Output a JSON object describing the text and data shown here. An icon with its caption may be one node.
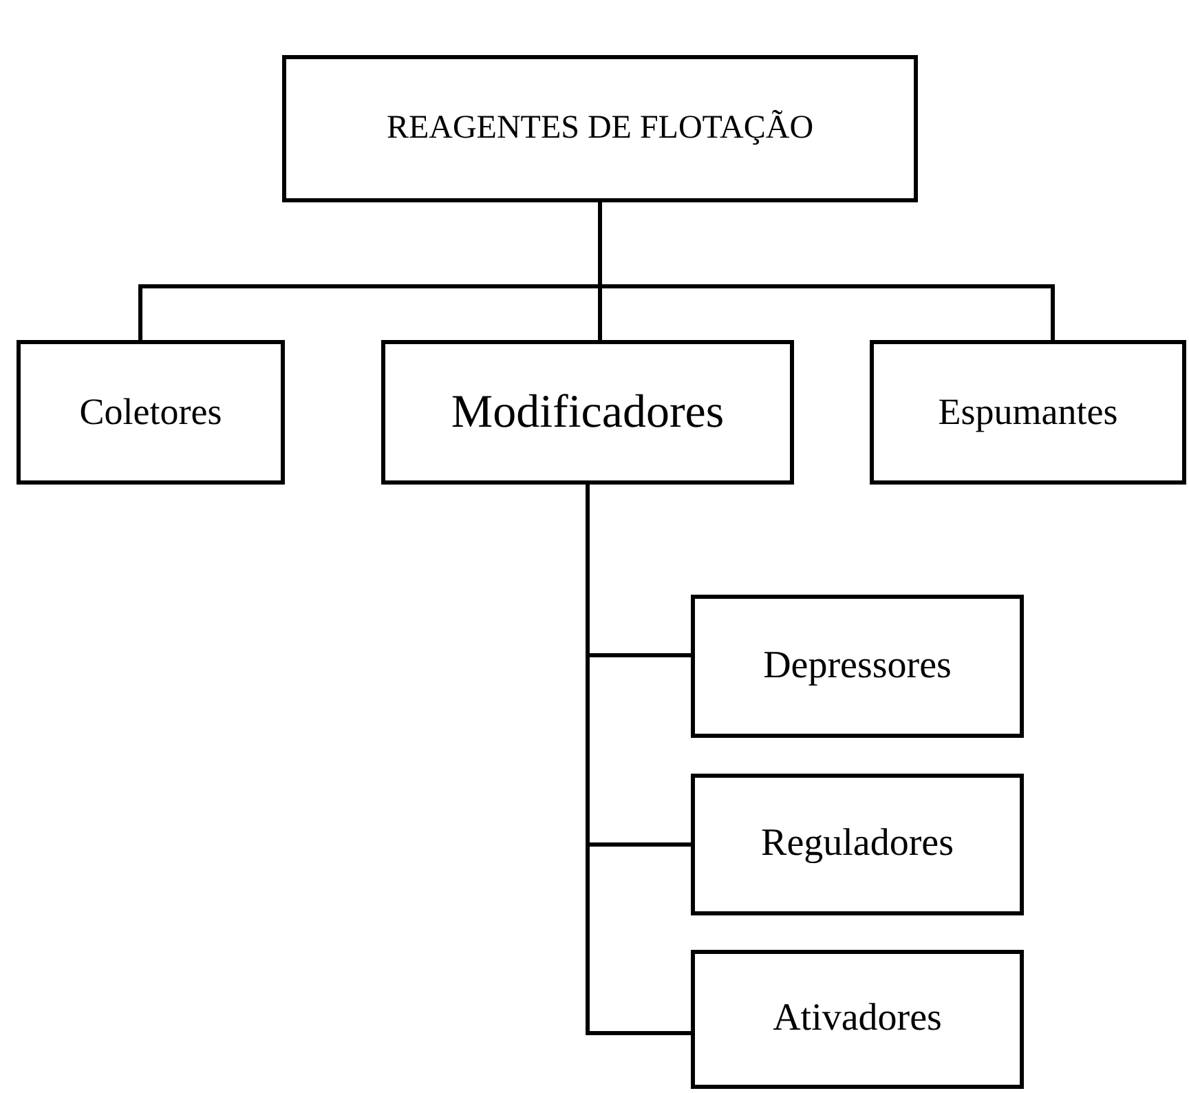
{
  "diagram": {
    "nodes": [
      {
        "text": [
          "REAGENTES DE FLOTAÇÃO"
        ]
      },
      {
        "text": [
          "Coletores"
        ]
      },
      {
        "text": [
          "Modificadores"
        ]
      },
      {
        "text": [
          "Espumantes"
        ]
      },
      {
        "text": [
          "Depressores"
        ]
      },
      {
        "text": [
          "Reguladores"
        ]
      },
      {
        "text": [
          "Ativadores"
        ]
      }
    ],
    "edges": [
      {
        "from": 0,
        "to": 1,
        "arrow": "none"
      },
      {
        "from": 0,
        "to": 2,
        "arrow": "none"
      },
      {
        "from": 0,
        "to": 3,
        "arrow": "none"
      },
      {
        "from": 2,
        "to": 4,
        "arrow": "none"
      },
      {
        "from": 2,
        "to": 5,
        "arrow": "none"
      },
      {
        "from": 2,
        "to": 6,
        "arrow": "none"
      }
    ]
  }
}
